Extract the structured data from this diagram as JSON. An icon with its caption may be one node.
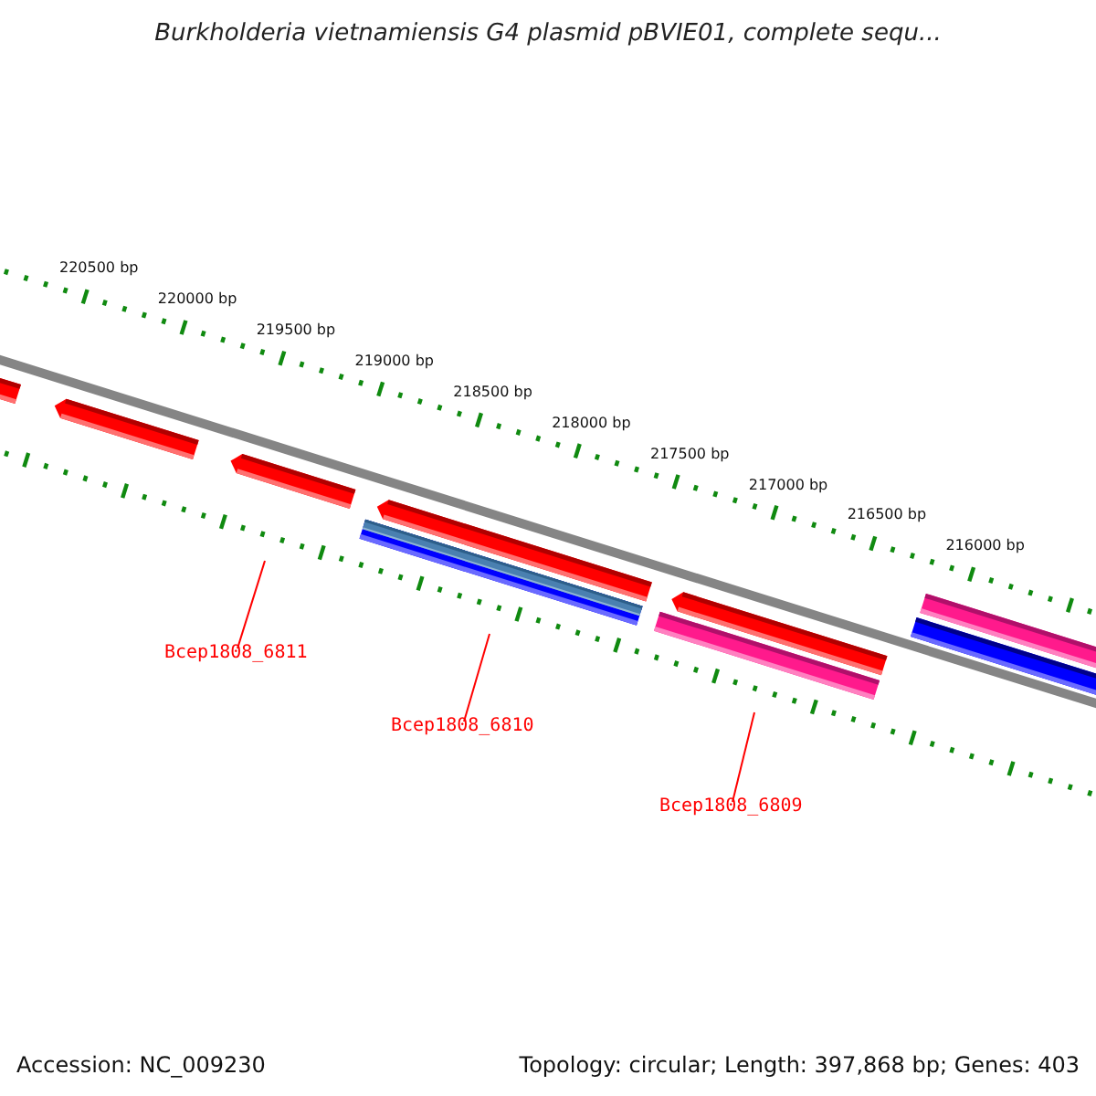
{
  "diagram": {
    "title": "Burkholderia vietnamiensis G4 plasmid pBVIE01, complete sequ...",
    "nodes": [
      {
        "text": [
          "Bcep1808_6811"
        ]
      },
      {
        "text": [
          "Bcep1808_6810"
        ]
      },
      {
        "text": [
          "Bcep1808_6809"
        ]
      }
    ],
    "edges": [
      {
        "from": 0,
        "to": null,
        "arrow": "none"
      },
      {
        "from": 1,
        "to": null,
        "arrow": "none"
      },
      {
        "from": 2,
        "to": null,
        "arrow": "none"
      }
    ],
    "labels": [
      "220500 bp",
      "220000 bp",
      "219500 bp",
      "219000 bp",
      "218500 bp",
      "218000 bp",
      "217500 bp",
      "217000 bp",
      "216500 bp",
      "216000 bp",
      "Accession: NC_009230",
      "Topology: circular; Length: 397,868 bp; Genes: 403"
    ]
  }
}
